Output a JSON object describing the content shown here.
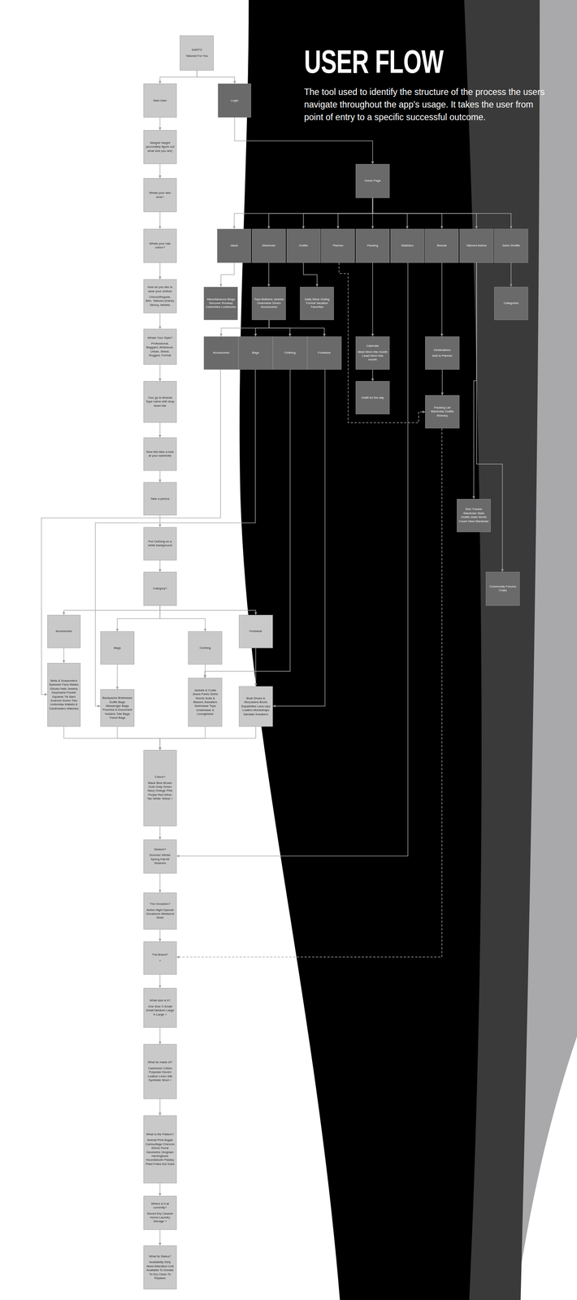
{
  "diagram": {
    "title": "USER FLOW",
    "caption": "The tool used to identify the structure of the process the users navigate throughout the app's usage. It takes the user from point of entry to a specific successful outcome.",
    "nodes": [
      {
        "text": [
          "SARTO",
          "Tailored For You"
        ]
      },
      {
        "text": [
          "New User"
        ]
      },
      {
        "text": [
          "Login"
        ]
      },
      {
        "text": [
          "Weight/ Height (accurately figure out what size you are)"
        ]
      },
      {
        "text": [
          "Whats your skin tone?"
        ]
      },
      {
        "text": [
          "Whats your hair colour?"
        ]
      },
      {
        "text": [
          "How do you like to wear your clothes",
          "Chinos/Regular, Slim, Tailored (Darts), Skinny, Athletic"
        ]
      },
      {
        "text": [
          "Whats Your Style?",
          "Professional, Baggard, Athleisure, Urban, Street, Rugged, Formal"
        ]
      },
      {
        "text": [
          "Your go to Brands Type name with drop down bar"
        ]
      },
      {
        "text": [
          "Now lets take a look at your wardrobe"
        ]
      },
      {
        "text": [
          "Take a picture"
        ]
      },
      {
        "text": [
          "Put Clothing on a white background"
        ]
      },
      {
        "text": [
          "Category?"
        ]
      },
      {
        "text": [
          "Accessories"
        ]
      },
      {
        "text": [
          "Bags"
        ]
      },
      {
        "text": [
          "Clothing"
        ]
      },
      {
        "text": [
          "Footwear"
        ]
      },
      {
        "text": [
          "Belts & Suspenders Eyewear Face Masks Gloves Hats Jewelry Keychains Pocket Squares Tie Bars Scarves Socks Ties Umbrellas Wallets & Cardholders Watches"
        ]
      },
      {
        "text": [
          "Backpacks Briefcases Duffle Bags Messenger Bags Pouches & Document Holders Tote Bags Travel Bags"
        ]
      },
      {
        "text": [
          "Jackets & Coats Jeans Pants Shirts Shorts Suits & Blazers Sweaters Swimwear Tops Underwear & Loungewear"
        ]
      },
      {
        "text": [
          "Boat Shoes & Moccasins Boots Espadrilles Lace-Ups Loafers Monkstraps Sandals Sneakers"
        ]
      },
      {
        "text": [
          "Colour?",
          "Black Blue Brown Gold Gray Green Navy Orange Pink Purple Red Silver Tan White Yellow +"
        ]
      },
      {
        "text": [
          "Season?",
          "Summer Winter Spring Fall All Seasons"
        ]
      },
      {
        "text": [
          "The Occasion?",
          "Active Night Special Occasions Weekend Work"
        ]
      },
      {
        "text": [
          "The Brand?",
          "+"
        ]
      },
      {
        "text": [
          "What size is it?",
          "One Size X-Small Small Medium Large X-Large +"
        ]
      },
      {
        "text": [
          "What its made of?",
          "Cashmere Cotton Polyester Denim Leather Linen Silk Synthetic Wool +"
        ]
      },
      {
        "text": [
          "What is the Pattern?",
          "Animal Print Argyle Camouflage Chevron Ethnic Floral Geometric Gingham Herringbone Houndstooth Paisley Plaid Polka Dot Solid"
        ]
      },
      {
        "text": [
          "Where is it at currently?",
          "Stored Dry Cleaner Home Laundry Storage +"
        ]
      },
      {
        "text": [
          "What its Status?",
          "Availability Dirty Need Alteration Unit Available To Donate To Dry Clean To Replace"
        ]
      },
      {
        "text": [
          "Home Page"
        ]
      },
      {
        "text": [
          "Ideas"
        ]
      },
      {
        "text": [
          "Wardrobe"
        ]
      },
      {
        "text": [
          "Outfits"
        ]
      },
      {
        "text": [
          "Planner"
        ]
      },
      {
        "text": [
          "Packing"
        ]
      },
      {
        "text": [
          "Statistics"
        ]
      },
      {
        "text": [
          "Brands"
        ]
      },
      {
        "text": [
          "Tailored Advice"
        ]
      },
      {
        "text": [
          "Sarto Shuffle"
        ]
      },
      {
        "text": [
          "Miscellaneous Blogs Discover Runway Celebrities Lookbooks"
        ]
      },
      {
        "text": [
          "Tops Bottoms Jackets Outerwear Shoes Accessories"
        ]
      },
      {
        "text": [
          "Daily Wear Outing Formal Vacation Favorites"
        ]
      },
      {
        "text": [
          "Categories"
        ]
      },
      {
        "text": [
          "Accessories"
        ]
      },
      {
        "text": [
          "Bags"
        ]
      },
      {
        "text": [
          "Clothing"
        ]
      },
      {
        "text": [
          "Footwear"
        ]
      },
      {
        "text": [
          "Calendar",
          "Most Worn this month Least Worn this month"
        ]
      },
      {
        "text": [
          "Destinations",
          "Add to Planner"
        ]
      },
      {
        "text": [
          "Outfit for the day"
        ]
      },
      {
        "text": [
          "Packing List Wardrobe Outfits Itinerary"
        ]
      },
      {
        "text": [
          "Size Tracker Wardrobe Stats Outfits Stats Worth Count View Wardrobe"
        ]
      },
      {
        "text": [
          "Community Forums Chats"
        ]
      }
    ],
    "edges": [
      {
        "from": 0,
        "to": 1,
        "arrow": "to"
      },
      {
        "from": 0,
        "to": 2,
        "arrow": "to"
      },
      {
        "from": 1,
        "to": 3,
        "arrow": "to"
      },
      {
        "from": 3,
        "to": 4,
        "arrow": "to"
      },
      {
        "from": 4,
        "to": 5,
        "arrow": "to"
      },
      {
        "from": 5,
        "to": 6,
        "arrow": "to"
      },
      {
        "from": 6,
        "to": 7,
        "arrow": "to"
      },
      {
        "from": 7,
        "to": 8,
        "arrow": "to"
      },
      {
        "from": 8,
        "to": 9,
        "arrow": "to"
      },
      {
        "from": 9,
        "to": 10,
        "arrow": "to"
      },
      {
        "from": 10,
        "to": 11,
        "arrow": "to"
      },
      {
        "from": 11,
        "to": 12,
        "arrow": "to"
      },
      {
        "from": 12,
        "to": 13,
        "arrow": "to"
      },
      {
        "from": 12,
        "to": 14,
        "arrow": "to"
      },
      {
        "from": 12,
        "to": 15,
        "arrow": "to"
      },
      {
        "from": 12,
        "to": 16,
        "arrow": "to"
      },
      {
        "from": 13,
        "to": 17,
        "arrow": "to"
      },
      {
        "from": 14,
        "to": 18,
        "arrow": "to"
      },
      {
        "from": 15,
        "to": 19,
        "arrow": "to"
      },
      {
        "from": 16,
        "to": 20,
        "arrow": "to"
      },
      {
        "from": 17,
        "to": 21,
        "arrow": "to"
      },
      {
        "from": 18,
        "to": 21,
        "arrow": "to"
      },
      {
        "from": 19,
        "to": 21,
        "arrow": "to"
      },
      {
        "from": 20,
        "to": 21,
        "arrow": "to"
      },
      {
        "from": 21,
        "to": 22,
        "arrow": "to"
      },
      {
        "from": 22,
        "to": 23,
        "arrow": "to"
      },
      {
        "from": 23,
        "to": 24,
        "arrow": "to"
      },
      {
        "from": 24,
        "to": 25,
        "arrow": "to"
      },
      {
        "from": 25,
        "to": 26,
        "arrow": "to"
      },
      {
        "from": 26,
        "to": 27,
        "arrow": "to"
      },
      {
        "from": 27,
        "to": 28,
        "arrow": "to"
      },
      {
        "from": 28,
        "to": 29,
        "arrow": "to"
      },
      {
        "from": 2,
        "to": 30,
        "arrow": "to"
      },
      {
        "from": 30,
        "to": 31,
        "arrow": "to"
      },
      {
        "from": 30,
        "to": 32,
        "arrow": "to"
      },
      {
        "from": 30,
        "to": 33,
        "arrow": "to"
      },
      {
        "from": 30,
        "to": 34,
        "arrow": "to"
      },
      {
        "from": 30,
        "to": 35,
        "arrow": "to"
      },
      {
        "from": 30,
        "to": 36,
        "arrow": "to"
      },
      {
        "from": 30,
        "to": 37,
        "arrow": "to"
      },
      {
        "from": 30,
        "to": 38,
        "arrow": "to"
      },
      {
        "from": 30,
        "to": 39,
        "arrow": "to"
      },
      {
        "from": 31,
        "to": 40,
        "arrow": "to"
      },
      {
        "from": 32,
        "to": 41,
        "arrow": "to"
      },
      {
        "from": 33,
        "to": 42,
        "arrow": "to"
      },
      {
        "from": 39,
        "to": 43,
        "arrow": "to"
      },
      {
        "from": 41,
        "to": 44,
        "arrow": "to"
      },
      {
        "from": 41,
        "to": 45,
        "arrow": "to"
      },
      {
        "from": 41,
        "to": 46,
        "arrow": "to"
      },
      {
        "from": 41,
        "to": 47,
        "arrow": "to"
      },
      {
        "from": 35,
        "to": 48,
        "arrow": "to"
      },
      {
        "from": 48,
        "to": 50,
        "arrow": "to"
      },
      {
        "from": 37,
        "to": 49,
        "arrow": "to"
      },
      {
        "from": 49,
        "to": 51,
        "arrow": "to"
      },
      {
        "from": 34,
        "to": 51,
        "arrow": "to"
      },
      {
        "from": 36,
        "to": 22,
        "arrow": "to"
      },
      {
        "from": 38,
        "to": 52,
        "arrow": "to"
      },
      {
        "from": 38,
        "to": 53,
        "arrow": "to"
      },
      {
        "from": 51,
        "to": 24,
        "arrow": "to"
      },
      {
        "from": 44,
        "to": 17,
        "arrow": "to"
      },
      {
        "from": 45,
        "to": 18,
        "arrow": "to"
      },
      {
        "from": 46,
        "to": 19,
        "arrow": "to"
      },
      {
        "from": 47,
        "to": 20,
        "arrow": "to"
      }
    ]
  }
}
